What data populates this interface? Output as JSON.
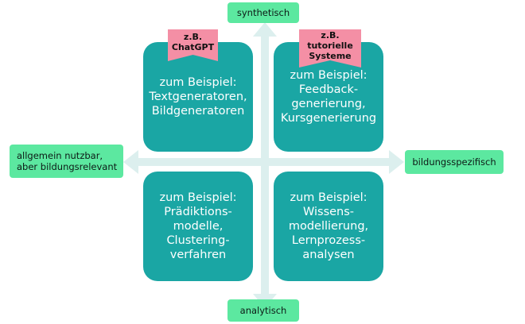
{
  "colors": {
    "quadrant_fill": "#1aa6a4",
    "label_fill": "#5ce8a0",
    "tag_fill": "#f48fa5",
    "axis_color": "#dcefee"
  },
  "axes": {
    "top": "synthetisch",
    "bottom": "analytisch",
    "left": [
      "allgemein nutzbar,",
      "aber bildungsrelevant"
    ],
    "right": "bildungsspezifisch"
  },
  "tags": {
    "top_left": [
      "z.B.",
      "ChatGPT"
    ],
    "top_right": [
      "z.B.",
      "tutorielle",
      "Systeme"
    ]
  },
  "quadrants": {
    "top_left": [
      "zum Beispiel:",
      "Textgeneratoren,",
      "Bildgeneratoren"
    ],
    "top_right": [
      "zum Beispiel:",
      "Feedback-",
      "generierung,",
      "Kursgenerierung"
    ],
    "bottom_left": [
      "zum Beispiel:",
      "Prädiktions-",
      "modelle,",
      "Clustering-",
      "verfahren"
    ],
    "bottom_right": [
      "zum Beispiel:",
      "Wissens-",
      "modellierung,",
      "Lernprozess-",
      "analysen"
    ]
  }
}
